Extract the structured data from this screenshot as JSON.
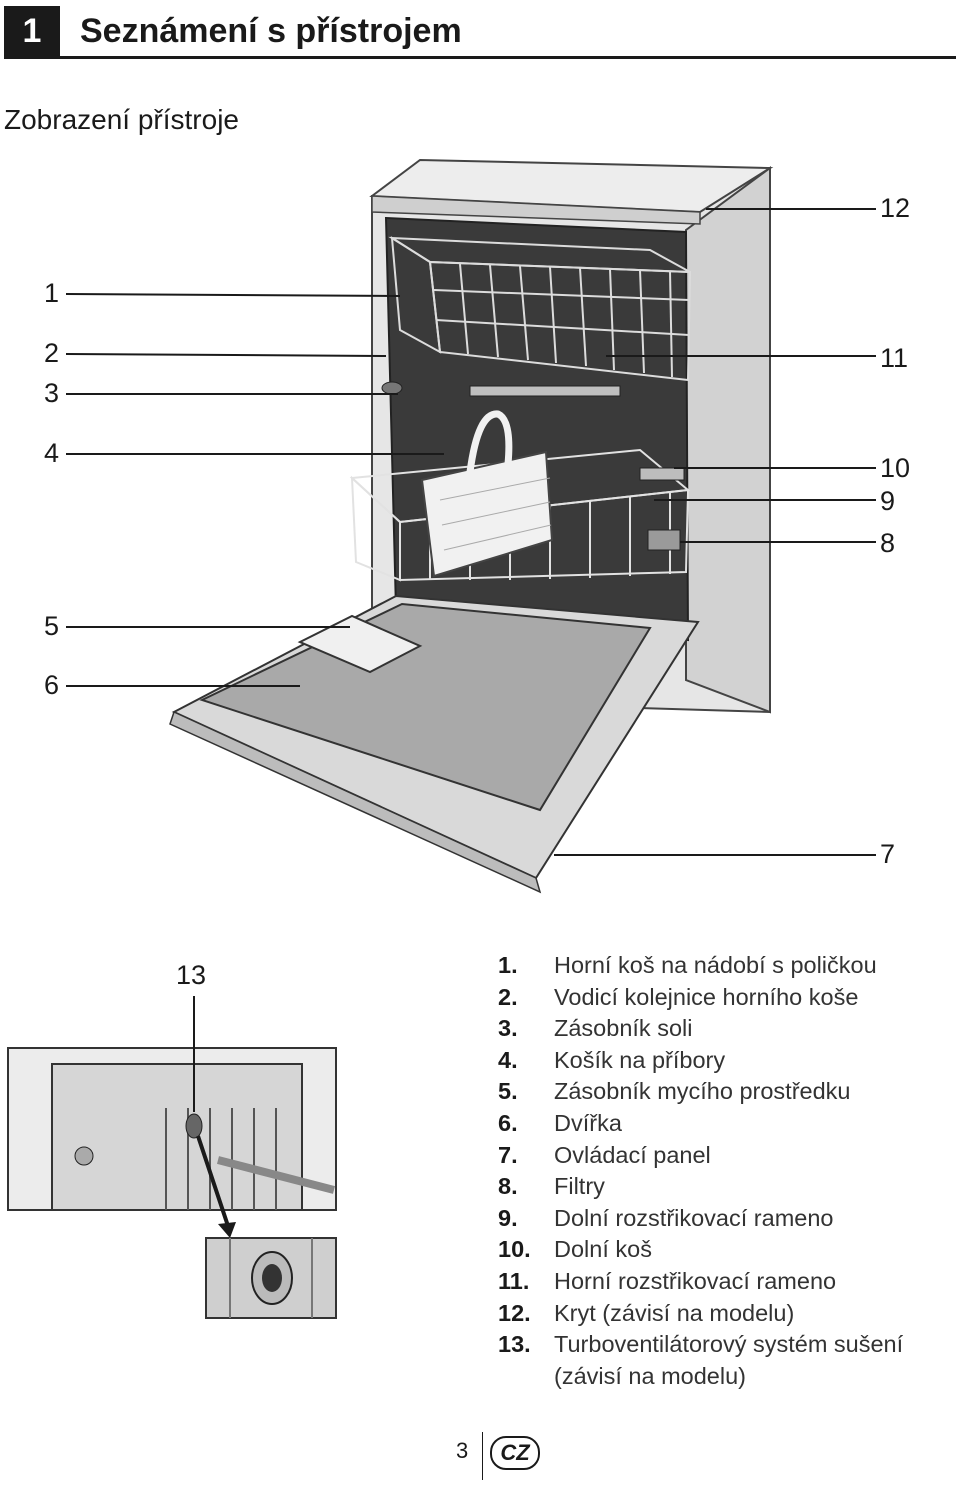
{
  "header": {
    "chapter_number": "1",
    "chapter_title": "Seznámení s přístrojem"
  },
  "section_title": "Zobrazení přístroje",
  "callouts": {
    "c1": "1",
    "c2": "2",
    "c3": "3",
    "c4": "4",
    "c5": "5",
    "c6": "6",
    "c7": "7",
    "c8": "8",
    "c9": "9",
    "c10": "10",
    "c11": "11",
    "c12": "12",
    "c13": "13"
  },
  "legend": [
    {
      "num": "1.",
      "text": "Horní koš na nádobí s poličkou"
    },
    {
      "num": "2.",
      "text": "Vodicí kolejnice horního koše"
    },
    {
      "num": "3.",
      "text": "Zásobník soli"
    },
    {
      "num": "4.",
      "text": "Košík na příbory"
    },
    {
      "num": "5.",
      "text": "Zásobník mycího prostředku"
    },
    {
      "num": "6.",
      "text": "Dvířka"
    },
    {
      "num": "7.",
      "text": "Ovládací panel"
    },
    {
      "num": "8.",
      "text": "Filtry"
    },
    {
      "num": "9.",
      "text": "Dolní rozstřikovací rameno"
    },
    {
      "num": "10.",
      "text": "Dolní koš"
    },
    {
      "num": "11.",
      "text": "Horní rozstřikovací rameno"
    },
    {
      "num": "12.",
      "text": "Kryt (závisí na modelu)"
    },
    {
      "num": "13.",
      "text": "Turboventilátorový systém sušení"
    },
    {
      "num": "",
      "text": "(závisí na modelu)"
    }
  ],
  "footer": {
    "page_number": "3",
    "language": "CZ"
  }
}
